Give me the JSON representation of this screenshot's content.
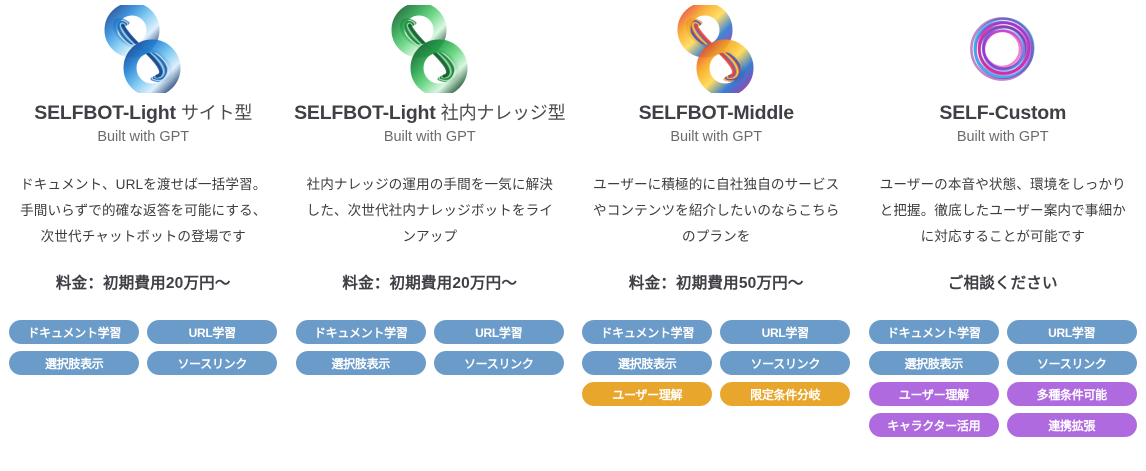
{
  "colors": {
    "tag_blue": "#6b9bc8",
    "tag_orange": "#e8a62c",
    "tag_purple": "#b06ae0",
    "title": "#3f3f46",
    "subtitle": "#6b6b6b",
    "body": "#3d3d3d",
    "background": "#ffffff"
  },
  "plans": [
    {
      "logo": {
        "icon_name": "swirl-s-logo-blue",
        "shape": "infinity-swirl",
        "colors": [
          "#0b3f8f",
          "#1f7fd4",
          "#6fc3f0",
          "#d9eefb",
          "#0a2f6b"
        ]
      },
      "title_main": "SELFBOT-Light",
      "title_suffix": "サイト型",
      "subtitle": "Built with GPT",
      "description": [
        "ドキュメント、URLを渡せば一括学習。",
        "手間いらずで的確な返答を可能にする、",
        "次世代チャットボットの登場です"
      ],
      "price": "料金：初期費用20万円〜",
      "tags": [
        {
          "label": "ドキュメント学習",
          "color": "blue"
        },
        {
          "label": "URL学習",
          "color": "blue"
        },
        {
          "label": "選択肢表示",
          "color": "blue"
        },
        {
          "label": "ソースリンク",
          "color": "blue"
        }
      ]
    },
    {
      "logo": {
        "icon_name": "swirl-s-logo-green",
        "shape": "infinity-swirl",
        "colors": [
          "#0a5c28",
          "#1f9e45",
          "#5fd47a",
          "#d4f5dd",
          "#06401c"
        ]
      },
      "title_main": "SELFBOT-Light",
      "title_suffix": "社内ナレッジ型",
      "subtitle": "Built with GPT",
      "description": [
        "社内ナレッジの運用の手間を一気に解決",
        "した、次世代社内ナレッジボットをライ",
        "ンアップ"
      ],
      "price": "料金：初期費用20万円〜",
      "tags": [
        {
          "label": "ドキュメント学習",
          "color": "blue"
        },
        {
          "label": "URL学習",
          "color": "blue"
        },
        {
          "label": "選択肢表示",
          "color": "blue"
        },
        {
          "label": "ソースリンク",
          "color": "blue"
        }
      ]
    },
    {
      "logo": {
        "icon_name": "swirl-s-logo-multicolor",
        "shape": "infinity-swirl",
        "colors": [
          "#e8412c",
          "#f7a81b",
          "#ffd84d",
          "#1f6fd0",
          "#8e2fa8"
        ]
      },
      "title_main": "SELFBOT-Middle",
      "title_suffix": "",
      "subtitle": "Built with GPT",
      "description": [
        "ユーザーに積極的に自社独自のサービス",
        "やコンテンツを紹介したいのならこちら",
        "のプランを"
      ],
      "price": "料金：初期費用50万円〜",
      "tags": [
        {
          "label": "ドキュメント学習",
          "color": "blue"
        },
        {
          "label": "URL学習",
          "color": "blue"
        },
        {
          "label": "選択肢表示",
          "color": "blue"
        },
        {
          "label": "ソースリンク",
          "color": "blue"
        },
        {
          "label": "ユーザー理解",
          "color": "orange"
        },
        {
          "label": "限定条件分岐",
          "color": "orange"
        }
      ]
    },
    {
      "logo": {
        "icon_name": "swirl-ring-logo-magenta",
        "shape": "ring-swirl",
        "colors": [
          "#e0219b",
          "#b02fd0",
          "#7b3fd8",
          "#2fb7e8",
          "#8f1f9e"
        ]
      },
      "title_main": "SELF-Custom",
      "title_suffix": "",
      "subtitle": "Built with GPT",
      "description": [
        "ユーザーの本音や状態、環境をしっかり",
        "と把握。徹底したユーザー案内で事細か",
        "に対応することが可能です"
      ],
      "price": "ご相談ください",
      "tags": [
        {
          "label": "ドキュメント学習",
          "color": "blue"
        },
        {
          "label": "URL学習",
          "color": "blue"
        },
        {
          "label": "選択肢表示",
          "color": "blue"
        },
        {
          "label": "ソースリンク",
          "color": "blue"
        },
        {
          "label": "ユーザー理解",
          "color": "purple"
        },
        {
          "label": "多種条件可能",
          "color": "purple"
        },
        {
          "label": "キャラクター活用",
          "color": "purple"
        },
        {
          "label": "連携拡張",
          "color": "purple"
        }
      ]
    }
  ]
}
